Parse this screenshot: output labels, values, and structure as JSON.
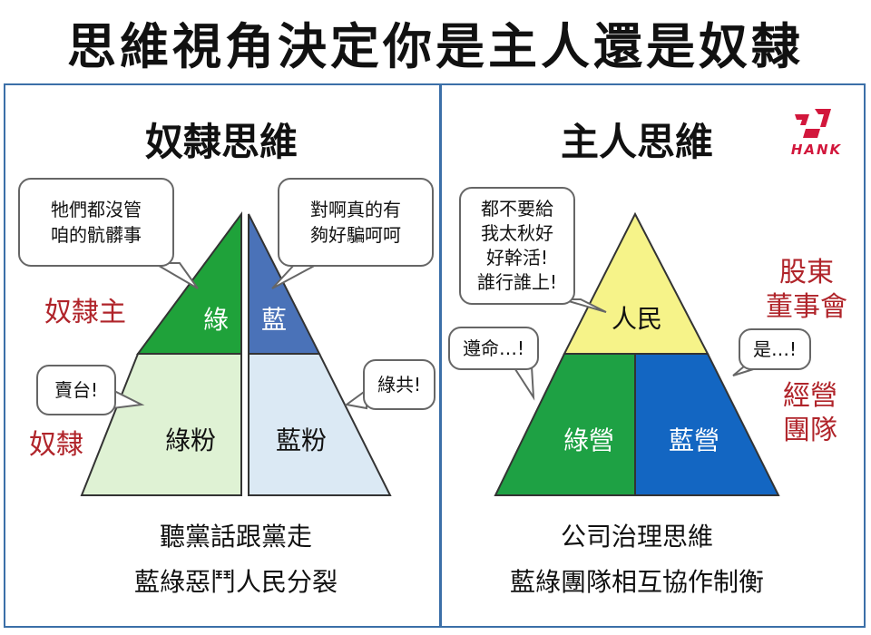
{
  "title": "思維視角決定你是主人還是奴隸",
  "logo": {
    "text": "HANK",
    "icon": "hank-logo-icon",
    "color": "#d2173c"
  },
  "left": {
    "heading": "奴隸思維",
    "tri_top_green": "綠",
    "tri_top_blue": "藍",
    "tri_bottom_green": "綠粉",
    "tri_bottom_blue": "藍粉",
    "bubble_top_left": [
      "牠們都沒管",
      "咱的骯髒事"
    ],
    "bubble_top_right": [
      "對啊真的有",
      "夠好騙呵呵"
    ],
    "bubble_mid_left": "賣台!",
    "bubble_mid_right": "綠共!",
    "label_master": "奴隸主",
    "label_slave": "奴隸",
    "caption_1": "聽黨話跟黨走",
    "caption_2": "藍綠惡鬥人民分裂"
  },
  "right": {
    "heading": "主人思維",
    "tri_top": "人民",
    "tri_bottom_green": "綠營",
    "tri_bottom_blue": "藍營",
    "bubble_top": [
      "都不要給",
      "我太秋好",
      "好幹活!",
      "誰行誰上!"
    ],
    "bubble_left": "遵命…!",
    "bubble_right": "是…!",
    "label_shareholders": [
      "股東",
      "董事會"
    ],
    "label_management": [
      "經營",
      "團隊"
    ],
    "caption_1": "公司治理思維",
    "caption_2": "藍綠團隊相互協作制衡"
  },
  "colors": {
    "green_dark": "#1fa23a",
    "blue_dark": "#4a72b8",
    "green_light": "#dff2d4",
    "blue_light": "#dbe9f4",
    "yellow": "#f6f389",
    "green_mid": "#1ea144",
    "blue_strong": "#1366c2",
    "red_text": "#b0242a",
    "frame": "#3b6fa8"
  }
}
